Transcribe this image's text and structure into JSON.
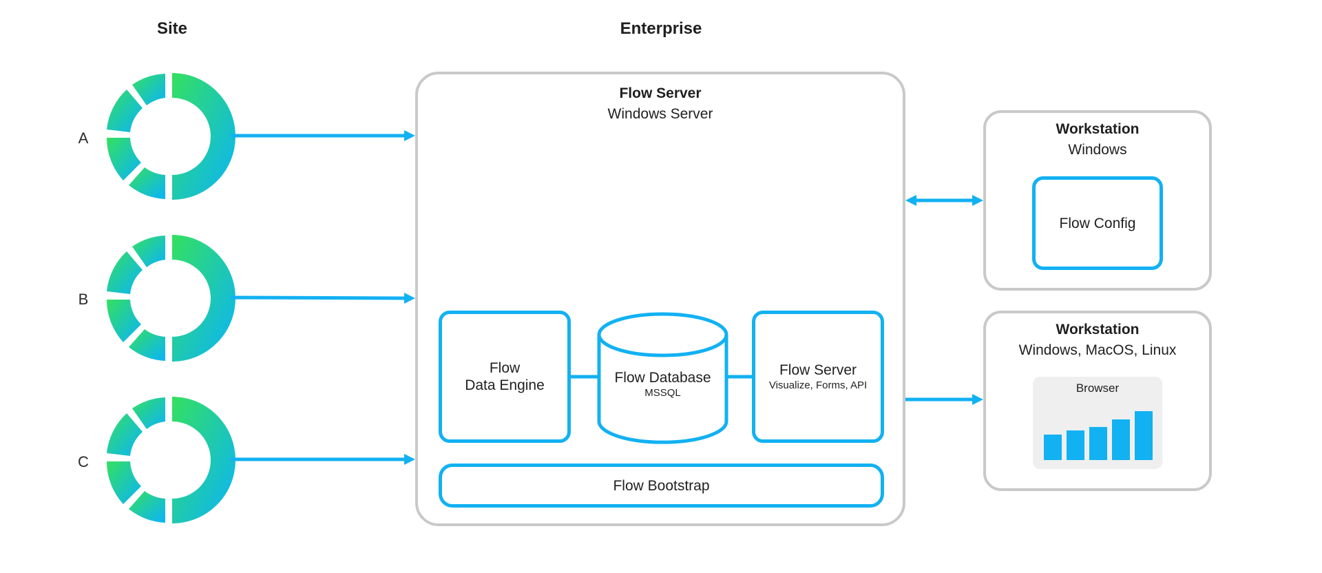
{
  "headings": {
    "site": "Site",
    "enterprise": "Enterprise"
  },
  "sites": [
    {
      "label": "A"
    },
    {
      "label": "B"
    },
    {
      "label": "C"
    }
  ],
  "flow_server_panel": {
    "title": "Flow Server",
    "subtitle": "Windows Server",
    "data_engine": {
      "line1": "Flow",
      "line2": "Data Engine"
    },
    "database": {
      "name": "Flow Database",
      "detail": "MSSQL"
    },
    "server": {
      "name": "Flow Server",
      "detail": "Visualize, Forms, API"
    },
    "bootstrap": {
      "name": "Flow Bootstrap"
    }
  },
  "workstation_config": {
    "title": "Workstation",
    "subtitle": "Windows",
    "app": "Flow Config"
  },
  "workstation_browser": {
    "title": "Workstation",
    "subtitle": "Windows, MacOS, Linux",
    "browser_label": "Browser",
    "bar_levels": [
      0.33,
      0.38,
      0.43,
      0.53,
      0.63
    ]
  },
  "colors": {
    "accent_blue": "#12b1f2",
    "gradient_green": "#34e05e",
    "panel_border": "#c9c9c9",
    "browser_bg": "#efefef"
  },
  "icons": {
    "site_icon": "segmented-ring-icon",
    "arrow": "arrow-right-icon",
    "double_arrow": "double-arrow-icon"
  }
}
